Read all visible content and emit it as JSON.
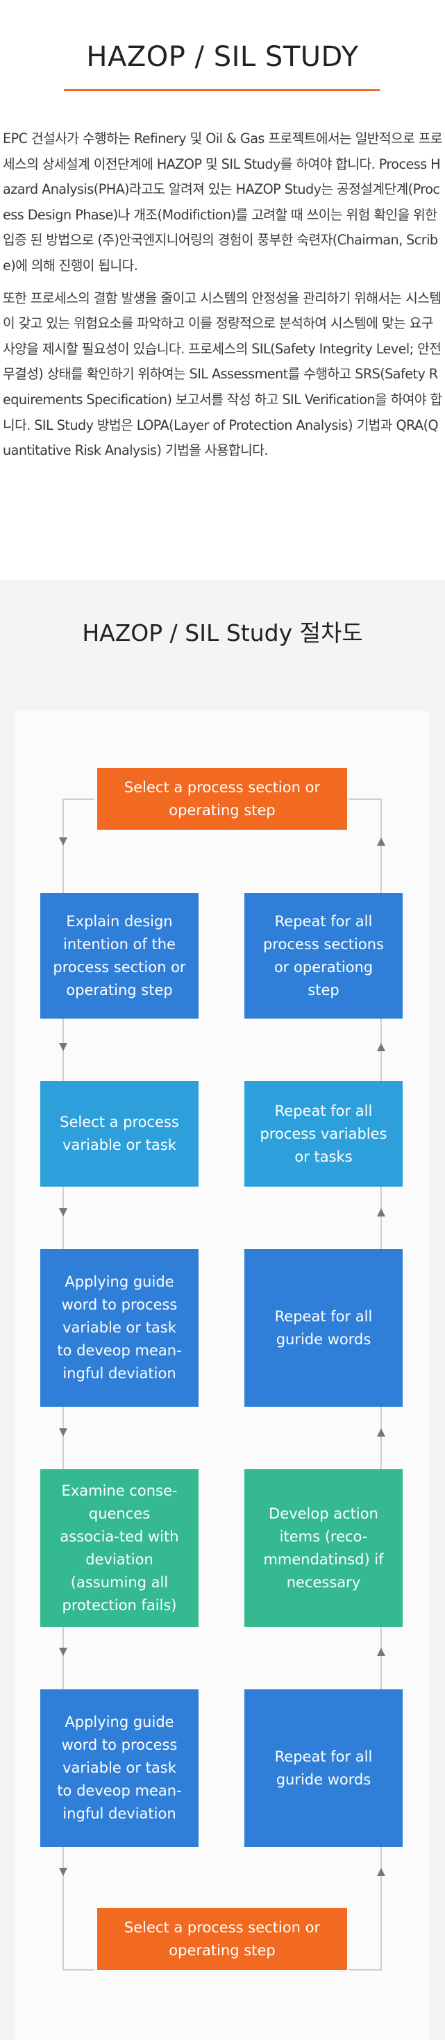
{
  "page": {
    "title": "HAZOP / SIL STUDY",
    "paragraphs": [
      "EPC 건설사가 수행하는 Refinery 및 Oil & Gas 프로젝트에서는 일반적으로 프로세스의 상세설계 이전단계에 HAZOP 및 SIL Study를 하여야 합니다. Process Hazard Analysis(PHA)라고도 알려져 있는 HAZOP Study는 공정설계단계(Process Design Phase)나 개조(Modifiction)를 고려할 때 쓰이는 위험 확인을 위한 입증 된 방법으로 (주)안국엔지니어링의 경험이 풍부한 숙련자(Chairman, Scribe)에 의해 진행이 됩니다.",
      "또한 프로세스의 결함 발생을 줄이고 시스템의 안정성을 관리하기 위해서는 시스템이 갖고 있는 위험요소를 파악하고 이를 정량적으로 분석하여 시스템에 맞는 요구사양을 제시할 필요성이 있습니다. 프로세스의 SIL(Safety Integrity Level; 안전 무결성) 상태를 확인하기 위하여는 SIL Assessment를 수행하고 SRS(Safety Requirements Specification) 보고서를 작성 하고 SIL Verification을 하여야 합니다. SIL Study 방법은 LOPA(Layer of Protection Analysis) 기법과 QRA(Quantitative Risk Analysis) 기법을 사용합니다."
    ]
  },
  "procedure": {
    "title": "HAZOP / SIL Study 절차도",
    "start": "Select a process section or operating step",
    "end": "Select a process section or operating step",
    "left": [
      "Explain design intention of the process section or operating step",
      "Select a process variable or task",
      "Applying guide word to process variable or task to deveop mean-ingful deviation",
      "Examine conse-quences associa-ted with deviation (assuming all protection fails)",
      "Applying guide word to process variable or task to deveop mean-ingful deviation"
    ],
    "right": [
      "Repeat for all process sections or operationg step",
      "Repeat for all process variables or tasks",
      "Repeat for all guride words",
      "Develop action items (reco-mmendatinsd) if necessary",
      "Repeat for all guride words"
    ]
  },
  "colors": {
    "accent_orange": "#f26a21",
    "box_blue": "#2f7fd8",
    "box_light_blue": "#2da0dc",
    "box_green": "#34b991",
    "panel_bg": "#f4f4f4"
  }
}
